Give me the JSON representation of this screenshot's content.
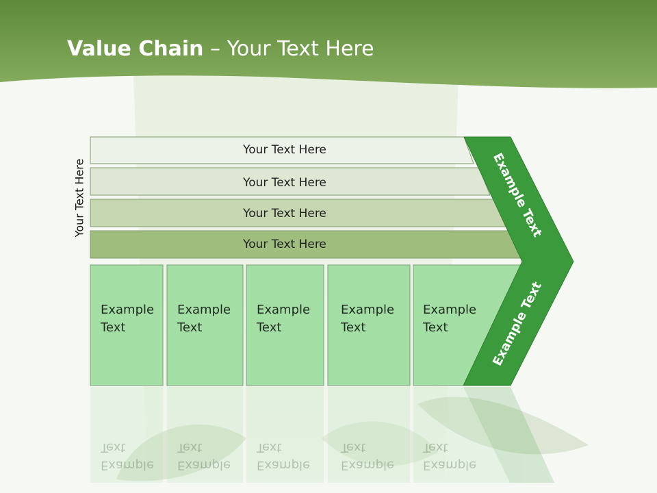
{
  "slide": {
    "title_bold": "Value Chain",
    "title_separator": " – ",
    "title_rest": "Your Text Here",
    "vertical_label": "Your Text Here",
    "rows": [
      {
        "label": "Your Text Here",
        "fill": "#edf2e8"
      },
      {
        "label": "Your Text Here",
        "fill": "#dde7d3"
      },
      {
        "label": "Your Text Here",
        "fill": "#c5d6b0"
      },
      {
        "label": "Your Text Here",
        "fill": "#9fbe7d"
      }
    ],
    "cells": [
      {
        "line1": "Example",
        "line2": "Text"
      },
      {
        "line1": "Example",
        "line2": "Text"
      },
      {
        "line1": "Example",
        "line2": "Text"
      },
      {
        "line1": "Example",
        "line2": "Text"
      },
      {
        "line1": "Example",
        "line2": "Text"
      }
    ],
    "arrow_upper_label": "Example Text",
    "arrow_lower_label": "Example Text",
    "colors": {
      "header_green": "#6f9a4a",
      "cell_fill": "#a3dfa5",
      "arrow_fill": "#3a9a3c"
    }
  }
}
